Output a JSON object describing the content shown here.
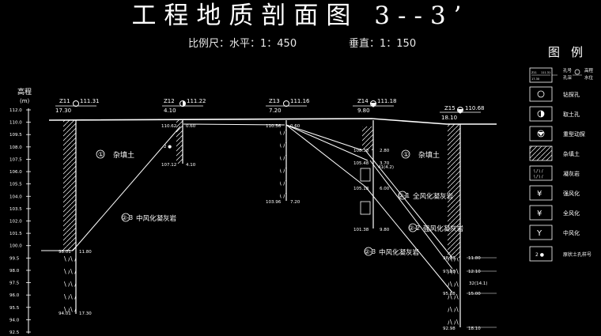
{
  "title": "工程地质剖面图 3--3’",
  "scale": {
    "horizontal": "比例尺：水平：1：450",
    "vertical": "垂直：1：150"
  },
  "axis": {
    "title": "高程",
    "unit": "(m)",
    "ticks": [
      "112.0",
      "110.0",
      "109.5",
      "108.0",
      "107.5",
      "106.0",
      "105.5",
      "104.0",
      "103.5",
      "102.0",
      "101.5",
      "100.0",
      "99.5",
      "98.0",
      "97.5",
      "96.0",
      "95.5",
      "94.0",
      "92.5"
    ]
  },
  "boreholes": [
    {
      "id": "Z11",
      "elev": "111.31",
      "depth": "17.30",
      "labels": [
        "98.01",
        "11.80",
        "94.01",
        "17.30"
      ]
    },
    {
      "id": "Z12",
      "elev": "111.22",
      "depth": "4.10",
      "labels": [
        "110.62",
        "0.60",
        "2 ●",
        "107.12",
        "4.10"
      ]
    },
    {
      "id": "Z13",
      "elev": "111.16",
      "depth": "7.20",
      "labels": [
        "110.56",
        "0.60",
        "103.96",
        "7.20"
      ]
    },
    {
      "id": "Z14",
      "elev": "111.18",
      "depth": "9.80",
      "labels": [
        "108.38",
        "2.80",
        "105.48",
        "3.70",
        "105.18",
        "6.00",
        "101.38",
        "9.80",
        "41(4.2)"
      ]
    },
    {
      "id": "Z15",
      "elev": "110.68",
      "depth": "18.10",
      "labels": [
        "98.88",
        "11.80",
        "97.88",
        "12.10",
        "95.68",
        "15.00",
        "92.98",
        "18.10",
        "32(14.1)"
      ]
    }
  ],
  "layers": [
    {
      "code": "①",
      "name": "杂填土"
    },
    {
      "code": "①",
      "name": "杂填土"
    },
    {
      "code": "②-3",
      "name": "中风化凝灰岩"
    },
    {
      "code": "②-1",
      "name": "全风化凝灰岩"
    },
    {
      "code": "②-2",
      "name": "强风化凝灰岩"
    },
    {
      "code": "②-3",
      "name": "中风化凝灰岩"
    }
  ],
  "legend": {
    "title": "图例",
    "items": [
      {
        "icon": "borehole-marker-icon",
        "texts": [
          "孔号",
          "高程",
          "孔深",
          "水位"
        ]
      },
      {
        "icon": "exploration-hole-icon",
        "label": "钻探孔"
      },
      {
        "icon": "sampling-hole-icon",
        "label": "取土孔"
      },
      {
        "icon": "heavy-penetration-icon",
        "label": "重型动探"
      },
      {
        "icon": "fill-hatch-icon",
        "label": "杂填土"
      },
      {
        "icon": "tuff-icon",
        "label": "凝灰岩"
      },
      {
        "icon": "strong-weathering-icon",
        "label": "强风化"
      },
      {
        "icon": "full-weathering-icon",
        "label": "全风化"
      },
      {
        "icon": "moderate-weathering-icon",
        "label": "中风化"
      },
      {
        "icon": "sample-number-icon",
        "texts": [
          "2 ●",
          "原状土孔样号"
        ]
      }
    ],
    "marker_small": [
      "Z11",
      "111.31",
      "17.30"
    ]
  }
}
